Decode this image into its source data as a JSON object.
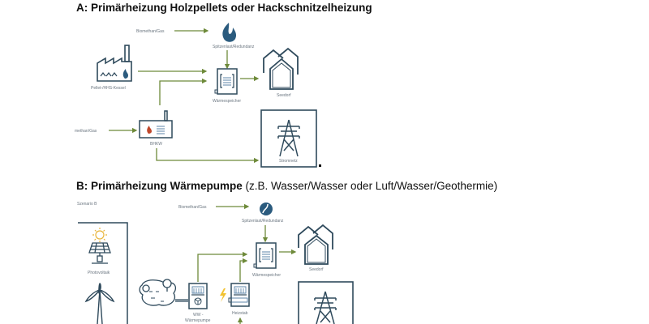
{
  "section_a": {
    "heading": "A: Primärheizung Holzpellets oder Hackschnitzelheizung",
    "labels": {
      "biomethan_top": "Biomethan/Gas",
      "spitzenlast": "Spitzenlast/Redundanz",
      "pellet_kessel": "Pellet-/HHS-Kessel",
      "waermespeicher": "Wärmespeicher",
      "seedorf": "Seedorf",
      "biomethan_left": "methan/Gas",
      "bhkw": "BHKW",
      "stromnetz": "Stromnetz"
    }
  },
  "section_b": {
    "heading_bold": "B: Primärheizung Wärmepumpe",
    "heading_rest": " (z.B. Wasser/Wasser oder Luft/Wasser/Geothermie)",
    "labels": {
      "szenario": "Szenario B",
      "biomethan_top": "Biomethan/Gas",
      "spitzenlast": "Spitzenlast/Redundanz",
      "waermespeicher": "Wärmespeicher",
      "seedorf": "Seedorf",
      "photovoltaik": "Photovoltaik",
      "ww_line1": "WW -",
      "ww_line2": "Wärmepumpe",
      "heizstab": "Heizstab"
    }
  },
  "colors": {
    "arrow": "#6e8a3a",
    "icon_stroke": "#2f4a5c",
    "flame": "#2b5b7e",
    "flame_red": "#c0482b",
    "sun": "#e8b53a",
    "bolt": "#f2c230"
  }
}
